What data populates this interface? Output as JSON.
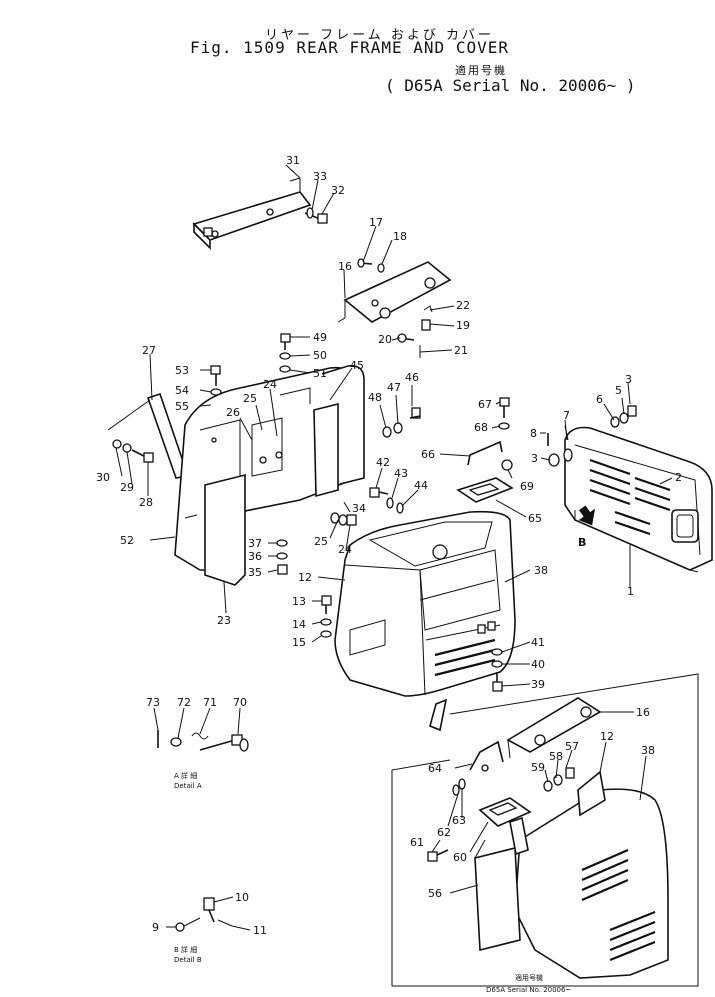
{
  "header": {
    "jp_title": "リヤー フレーム および カバー",
    "fig_title": "Fig. 1509  REAR FRAME AND COVER",
    "serial_jp": "適用号機",
    "serial_open": "(",
    "serial_text": "D65A Serial No. 20006~",
    "serial_close": ")"
  },
  "details": {
    "a_jp": "A 詳 細",
    "a_en": "Detail A",
    "b_jp": "B 詳 細",
    "b_en": "Detail B",
    "inset_jp": "適用号機",
    "inset_en": "D65A Serial No. 20006~",
    "view_b": "B"
  },
  "parts": [
    {
      "id": "31",
      "label": "31"
    },
    {
      "id": "33",
      "label": "33"
    },
    {
      "id": "32",
      "label": "32"
    },
    {
      "id": "17",
      "label": "17"
    },
    {
      "id": "18",
      "label": "18"
    },
    {
      "id": "16",
      "label": "16"
    },
    {
      "id": "22",
      "label": "22"
    },
    {
      "id": "19",
      "label": "19"
    },
    {
      "id": "20",
      "label": "20"
    },
    {
      "id": "21",
      "label": "21"
    },
    {
      "id": "49",
      "label": "49"
    },
    {
      "id": "50",
      "label": "50"
    },
    {
      "id": "51",
      "label": "51"
    },
    {
      "id": "45",
      "label": "45"
    },
    {
      "id": "27",
      "label": "27"
    },
    {
      "id": "53",
      "label": "53"
    },
    {
      "id": "54",
      "label": "54"
    },
    {
      "id": "55",
      "label": "55"
    },
    {
      "id": "24a",
      "label": "24"
    },
    {
      "id": "25a",
      "label": "25"
    },
    {
      "id": "26",
      "label": "26"
    },
    {
      "id": "47",
      "label": "47"
    },
    {
      "id": "46",
      "label": "46"
    },
    {
      "id": "48",
      "label": "48"
    },
    {
      "id": "67",
      "label": "67"
    },
    {
      "id": "68",
      "label": "68"
    },
    {
      "id": "8",
      "label": "8"
    },
    {
      "id": "7",
      "label": "7"
    },
    {
      "id": "6",
      "label": "6"
    },
    {
      "id": "5",
      "label": "5"
    },
    {
      "id": "3a",
      "label": "3"
    },
    {
      "id": "3b",
      "label": "3"
    },
    {
      "id": "66",
      "label": "66"
    },
    {
      "id": "42",
      "label": "42"
    },
    {
      "id": "43",
      "label": "43"
    },
    {
      "id": "44",
      "label": "44"
    },
    {
      "id": "69",
      "label": "69"
    },
    {
      "id": "2",
      "label": "2"
    },
    {
      "id": "30",
      "label": "30"
    },
    {
      "id": "29",
      "label": "29"
    },
    {
      "id": "28",
      "label": "28"
    },
    {
      "id": "34",
      "label": "34"
    },
    {
      "id": "65",
      "label": "65"
    },
    {
      "id": "52",
      "label": "52"
    },
    {
      "id": "37",
      "label": "37"
    },
    {
      "id": "25b",
      "label": "25"
    },
    {
      "id": "24b",
      "label": "24"
    },
    {
      "id": "36",
      "label": "36"
    },
    {
      "id": "35",
      "label": "35"
    },
    {
      "id": "12a",
      "label": "12"
    },
    {
      "id": "38a",
      "label": "38"
    },
    {
      "id": "1",
      "label": "1"
    },
    {
      "id": "23",
      "label": "23"
    },
    {
      "id": "13",
      "label": "13"
    },
    {
      "id": "14",
      "label": "14"
    },
    {
      "id": "15",
      "label": "15"
    },
    {
      "id": "41",
      "label": "41"
    },
    {
      "id": "40",
      "label": "40"
    },
    {
      "id": "39",
      "label": "39"
    },
    {
      "id": "73",
      "label": "73"
    },
    {
      "id": "72",
      "label": "72"
    },
    {
      "id": "71",
      "label": "71"
    },
    {
      "id": "70",
      "label": "70"
    },
    {
      "id": "16b",
      "label": "16"
    },
    {
      "id": "12b",
      "label": "12"
    },
    {
      "id": "38b",
      "label": "38"
    },
    {
      "id": "64",
      "label": "64"
    },
    {
      "id": "57",
      "label": "57"
    },
    {
      "id": "58",
      "label": "58"
    },
    {
      "id": "59",
      "label": "59"
    },
    {
      "id": "61",
      "label": "61"
    },
    {
      "id": "62",
      "label": "62"
    },
    {
      "id": "63",
      "label": "63"
    },
    {
      "id": "60",
      "label": "60"
    },
    {
      "id": "56",
      "label": "56"
    },
    {
      "id": "10",
      "label": "10"
    },
    {
      "id": "9",
      "label": "9"
    },
    {
      "id": "11",
      "label": "11"
    }
  ]
}
